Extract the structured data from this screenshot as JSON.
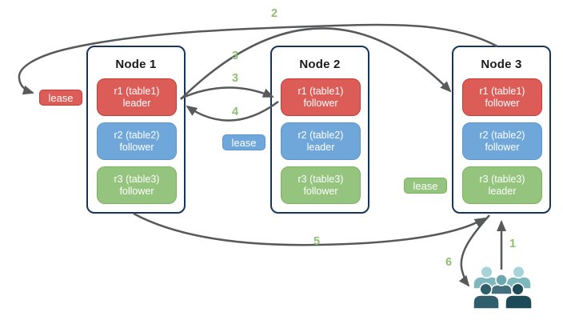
{
  "nodes": [
    {
      "title": "Node 1",
      "replicas": [
        {
          "line1": "r1 (table1)",
          "line2": "leader",
          "color": "red"
        },
        {
          "line1": "r2 (table2)",
          "line2": "follower",
          "color": "blue"
        },
        {
          "line1": "r3 (table3)",
          "line2": "follower",
          "color": "green"
        }
      ]
    },
    {
      "title": "Node 2",
      "replicas": [
        {
          "line1": "r1 (table1)",
          "line2": "follower",
          "color": "red"
        },
        {
          "line1": "r2 (table2)",
          "line2": "leader",
          "color": "blue"
        },
        {
          "line1": "r3 (table3)",
          "line2": "follower",
          "color": "green"
        }
      ]
    },
    {
      "title": "Node 3",
      "replicas": [
        {
          "line1": "r1 (table1)",
          "line2": "follower",
          "color": "red"
        },
        {
          "line1": "r2 (table2)",
          "line2": "follower",
          "color": "blue"
        },
        {
          "line1": "r3 (table3)",
          "line2": "leader",
          "color": "green"
        }
      ]
    }
  ],
  "leases": [
    {
      "label": "lease",
      "color": "red"
    },
    {
      "label": "lease",
      "color": "blue"
    },
    {
      "label": "lease",
      "color": "green"
    }
  ],
  "steps": [
    "1",
    "2",
    "3",
    "3",
    "4",
    "5",
    "6"
  ],
  "colors": {
    "red_fill": "#DC5C58",
    "red_border": "#C93A34",
    "blue_fill": "#6FA7DB",
    "blue_border": "#5B96CE",
    "green_fill": "#94C47E",
    "green_border": "#7AB35C",
    "node_border": "#17365D",
    "title_text": "#1A1A1A",
    "replica_text": "#FFFFFF",
    "lease_text": "#FFFFFF",
    "arrow": "#58595B",
    "step_label": "#8FBF74",
    "person_light": "#A6D4D9",
    "person_light_body": "#7EB7BE",
    "person_mid": "#6CA7B0",
    "person_mid_body": "#44707D",
    "person_dark": "#305D6B",
    "person_darker": "#1E4957"
  }
}
